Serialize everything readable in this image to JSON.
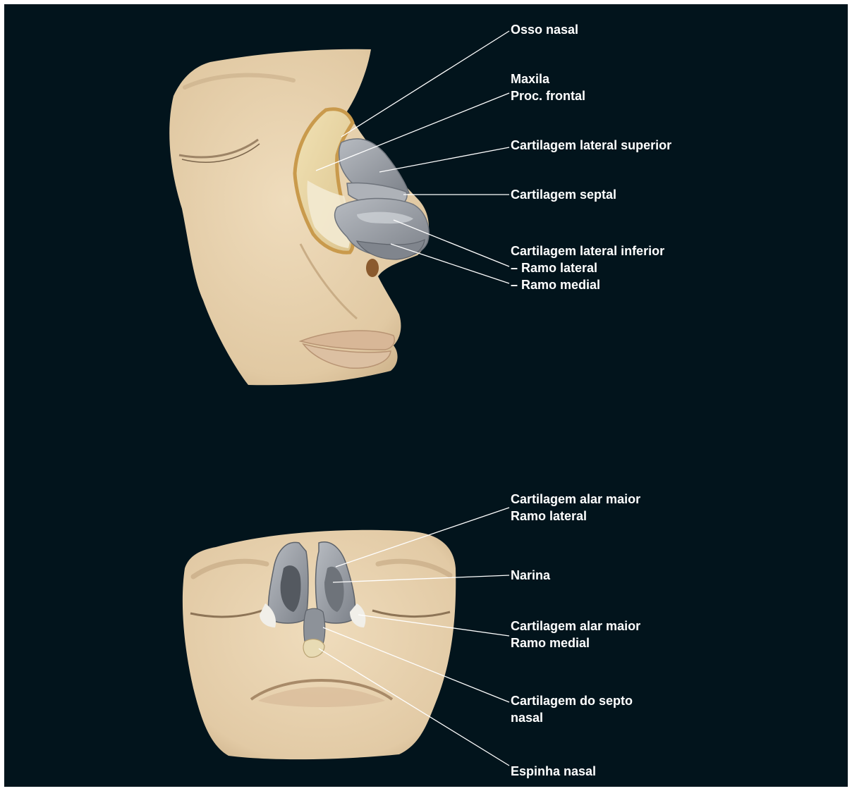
{
  "lateral_view": {
    "labels": {
      "osso_nasal": "Osso nasal",
      "maxila": "Maxila",
      "proc_frontal": "Proc. frontal",
      "cart_lat_sup": "Cartilagem lateral superior",
      "cart_septal": "Cartilagem septal",
      "cart_lat_inf": "Cartilagem lateral inferior",
      "ramo_lateral": "– Ramo lateral",
      "ramo_medial": "– Ramo medial"
    }
  },
  "inferior_view": {
    "labels": {
      "alar_maior_1": "Cartilagem alar maior",
      "ramo_lateral": "Ramo lateral",
      "narina": "Narina",
      "alar_maior_2": "Cartilagem alar maior",
      "ramo_medial": "Ramo medial",
      "septo_1": "Cartilagem do septo",
      "septo_2": "nasal",
      "espinha": "Espinha nasal"
    }
  },
  "colors": {
    "background": "#02141c",
    "skin": "#e6d2b0",
    "bone": "#e9d49e",
    "cartilage": "#9a9fa7",
    "leader_line": "#ffffff"
  }
}
